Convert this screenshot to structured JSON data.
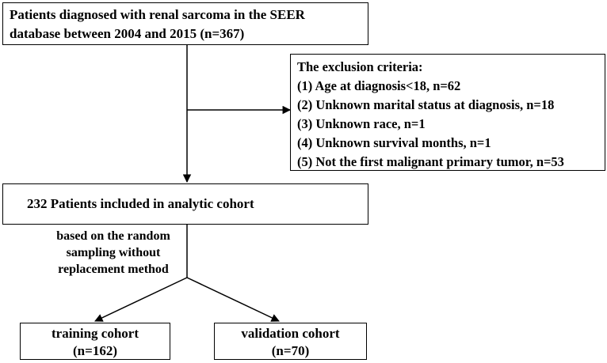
{
  "top": {
    "lines": [
      "Patients diagnosed with renal sarcoma in the SEER",
      "database between 2004 and 2015 (n=367)"
    ]
  },
  "exclusion": {
    "title": "The exclusion criteria:",
    "items": [
      "(1) Age at diagnosis<18, n=62",
      "(2) Unknown marital status at diagnosis, n=18",
      "(3) Unknown race, n=1",
      "(4) Unknown survival months, n=1",
      "(5) Not the first malignant primary tumor, n=53"
    ]
  },
  "cohort": {
    "label": "232 Patients included in analytic cohort"
  },
  "method": {
    "lines": [
      "based on the random",
      "sampling without",
      "replacement method"
    ]
  },
  "training": {
    "lines": [
      "training cohort",
      "(n=162)"
    ]
  },
  "validation": {
    "lines": [
      "validation cohort",
      "(n=70)"
    ]
  }
}
